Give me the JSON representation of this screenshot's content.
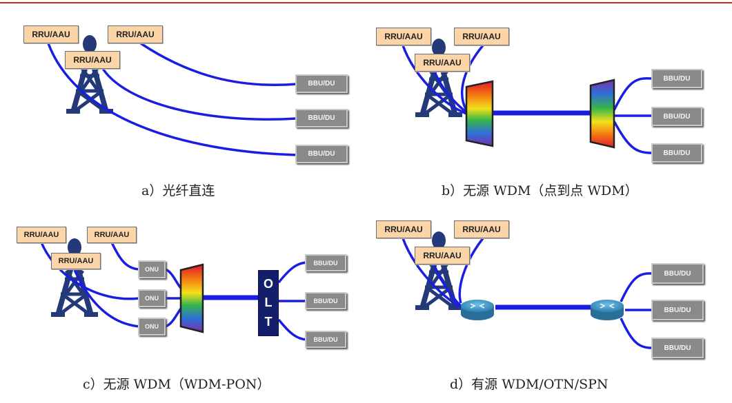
{
  "labels": {
    "rru_aau": "RRU/AAU",
    "bbu_du": "BBU/DU",
    "onu": "ONU",
    "olt_letters": [
      "O",
      "L",
      "T"
    ]
  },
  "captions": {
    "a": "a）光纤直连",
    "b": "b）无源 WDM（点到点 WDM）",
    "c": "c）无源 WDM（WDM-PON）",
    "d": "d）有源 WDM/OTN/SPN"
  },
  "colors": {
    "accent_line": "#cc2a1f",
    "fiber": "#1b1ee0",
    "tower": "#243a78",
    "rru_fill": "#fbd5a8",
    "bbu_fill": "#8a8a8a",
    "router": "#3a8fbf"
  },
  "icons": [
    "radio-tower-icon",
    "wdm-mux-icon",
    "router-icon"
  ]
}
